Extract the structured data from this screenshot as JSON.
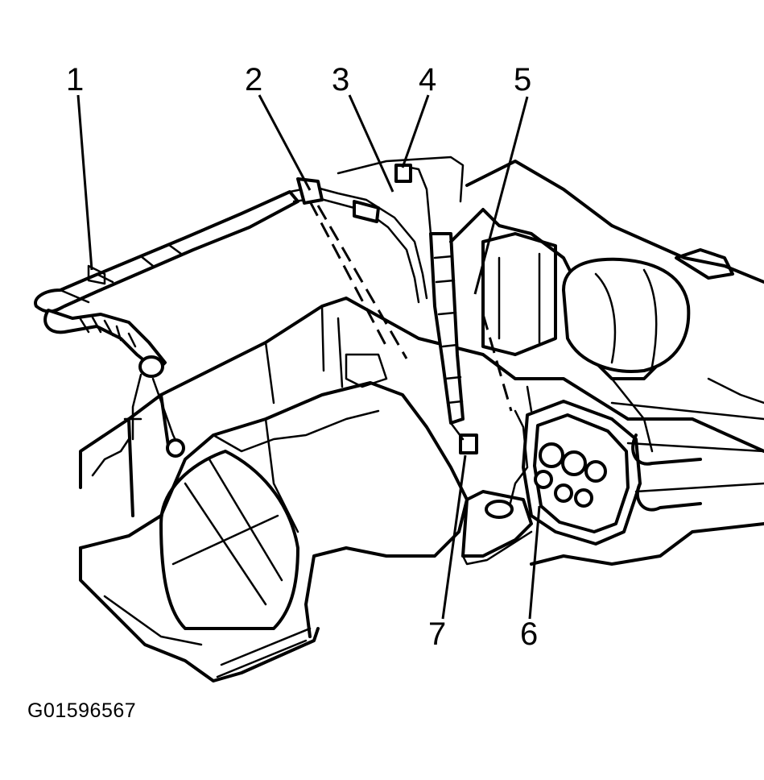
{
  "figure_id": "G01596567",
  "callouts": [
    "1",
    "2",
    "3",
    "4",
    "5",
    "6",
    "7"
  ]
}
